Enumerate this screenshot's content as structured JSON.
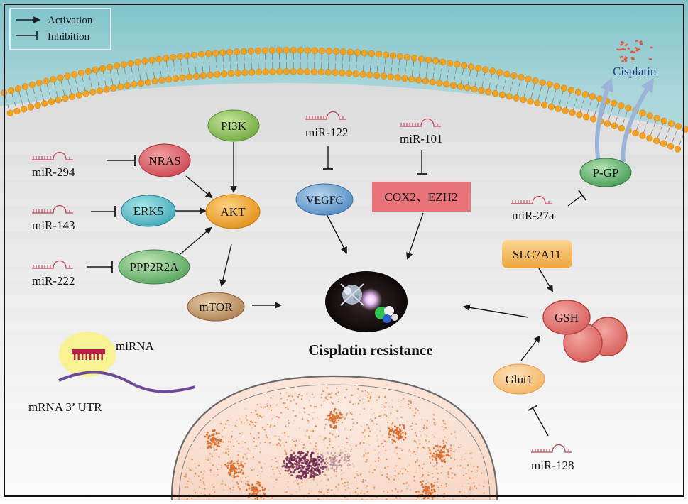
{
  "legend": {
    "activation": "Activation",
    "inhibition": "Inhibition"
  },
  "labels": {
    "cisplatin": "Cisplatin",
    "center": "Cisplatin resistance",
    "mirna": "miRNA",
    "mrna": "mRNA 3’ UTR"
  },
  "mirnas": {
    "m294": "miR-294",
    "m143": "miR-143",
    "m222": "miR-222",
    "m122": "miR-122",
    "m101": "miR-101",
    "m27a": "miR-27a",
    "m128": "miR-128"
  },
  "nodes": {
    "pi3k": "PI3K",
    "nras": "NRAS",
    "akt": "AKT",
    "erk5": "ERK5",
    "ppp2r2a": "PPP2R2A",
    "mtor": "mTOR",
    "vegfc": "VEGFC",
    "cox2": "COX2、EZH2",
    "pgp": "P-GP",
    "slc7a11": "SLC7A11",
    "gsh": "GSH",
    "glut1": "Glut1"
  },
  "colors": {
    "membrane_head": "#f4a21b",
    "mirna_stroke": "#c0455a",
    "arrow": "#1a1a1a",
    "nucleus_dots": "#e8864a",
    "chromatin": "#6b2850",
    "efflux_arrow": "#9bb3d6",
    "cisplatin_dots": "#e0573a",
    "cisplatin_text": "#1f3a8a"
  }
}
